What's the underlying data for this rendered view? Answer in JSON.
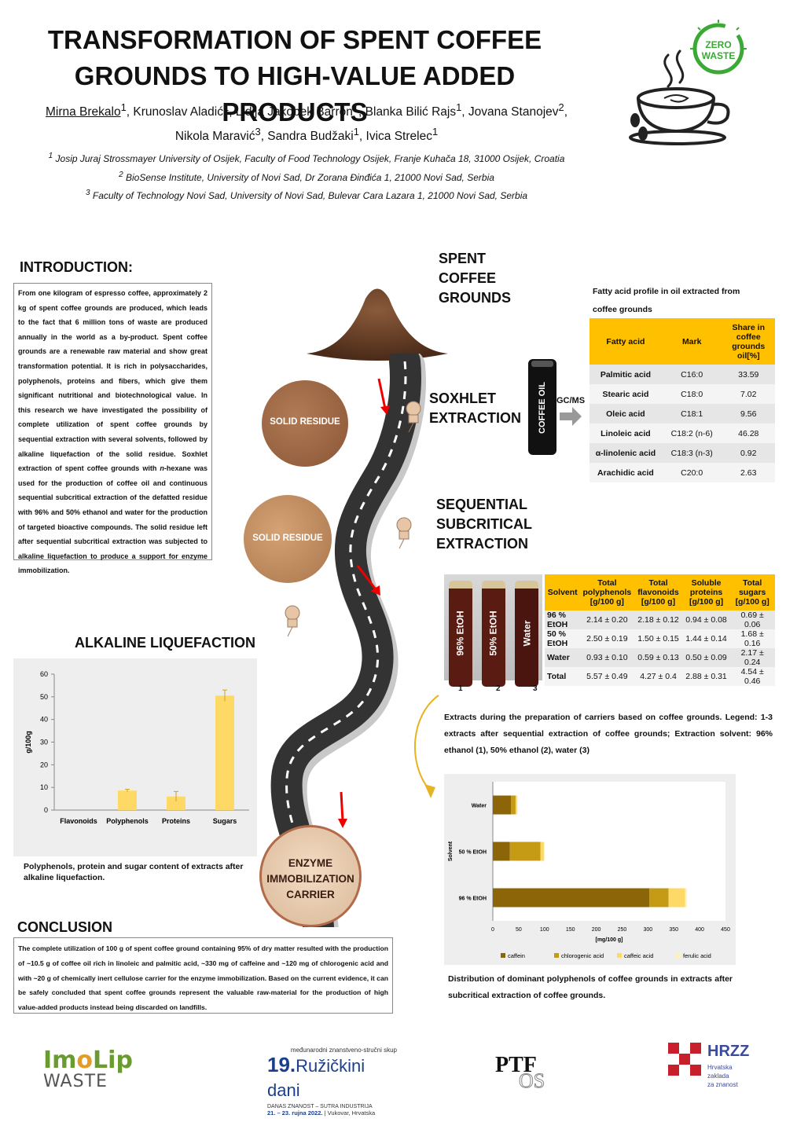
{
  "header": {
    "title_line1": "TRANSFORMATION OF SPENT COFFEE",
    "title_line2": "GROUNDS TO HIGH-VALUE ADDED PRODUCTS",
    "authors_line1_first": "Mirna Brekalo",
    "authors_line1_rest_html": "<sup>1</sup>, Krunoslav Aladić<sup>1</sup>, Lidija  Jakobek Barron<sup>1</sup>, Blanka Bilić Rajs<sup>1</sup>, Jovana Stanojev<sup>2</sup>,",
    "authors_line2_html": "Nikola Maravić<sup>3</sup>, Sandra Budžaki<sup>1</sup>, Ivica Strelec<sup>1</sup>",
    "affiliations": [
      {
        "num": "1",
        "text": "Josip Juraj Strossmayer University of Osijek, Faculty of Food Technology Osijek, Franje Kuhača 18, 31000 Osijek, Croatia"
      },
      {
        "num": "2",
        "text": "BioSense Institute, University of Novi Sad, Dr Zorana Đinđića 1, 21000 Novi Sad, Serbia"
      },
      {
        "num": "3",
        "text": "Faculty of Technology Novi Sad, University of Novi Sad, Bulevar Cara Lazara 1, 21000 Novi Sad, Serbia"
      }
    ],
    "logo_text_line1": "ZERO",
    "logo_text_line2": "WASTE"
  },
  "introduction": {
    "heading": "INTRODUCTION:",
    "text_html": "From one kilogram of espresso coffee, approximately 2 kg of spent coffee grounds are produced, which leads to the fact that 6 million tons of waste are produced annually in the world as a by-product. Spent coffee grounds are a renewable raw material and show great transformation potential. It is rich in polysaccharides, polyphenols, proteins and fibers, which give them significant nutritional and biotechnological value. In this research we have investigated the possibility of complete utilization of spent coffee grounds by sequential extraction with several solvents, followed by alkaline liquefaction of the solid residue. Soxhlet extraction of spent coffee grounds with <i>n</i>-hexane was used for the production of coffee oil and continuous sequential subcritical extraction of the defatted residue with 96% and 50% ethanol and water for the production of targeted bioactive compounds. The solid residue left after sequential subcritical extraction was subjected to alkaline liquefaction to produce a support for enzyme immobilization."
  },
  "process": {
    "spent_line1": "SPENT",
    "spent_line2": "COFFEE",
    "spent_line3": "GROUNDS",
    "soxhlet_line1": "SOXHLET",
    "soxhlet_line2": "EXTRACTION",
    "sequential_line1": "SEQUENTIAL",
    "sequential_line2": "SUBCRITICAL",
    "sequential_line3": "EXTRACTION",
    "solid_residue_1": "SOLID RESIDUE",
    "solid_residue_2": "SOLID RESIDUE",
    "coffee_oil": "COFFEE OIL",
    "gcms": "GC/MS",
    "enzyme_line1": "ENZYME",
    "enzyme_line2": "IMMOBILIZATION",
    "enzyme_line3": "CARRIER",
    "vial_labels": [
      "96% EtOH",
      "50% EtOH",
      "Water"
    ],
    "vial_numbers": [
      "1",
      "2",
      "3"
    ]
  },
  "fatty_acid": {
    "caption_line1": "Fatty acid profile in oil extracted from",
    "caption_line2": "coffee grounds",
    "headers": [
      "Fatty acid",
      "Mark",
      "Share in coffee grounds oil[%]"
    ],
    "rows": [
      [
        "Palmitic acid",
        "C16:0",
        "33.59"
      ],
      [
        "Stearic acid",
        "C18:0",
        "7.02"
      ],
      [
        "Oleic acid",
        "C18:1",
        "9.56"
      ],
      [
        "Linoleic acid",
        "C18:2 (n-6)",
        "46.28"
      ],
      [
        "α-linolenic acid",
        "C18:3 (n-3)",
        "0.92"
      ],
      [
        "Arachidic acid",
        "C20:0",
        "2.63"
      ]
    ]
  },
  "extracts_table": {
    "headers": [
      "Solvent",
      "Total polyphenols [g/100 g]",
      "Total flavonoids [g/100 g]",
      "Soluble proteins [g/100 g]",
      "Total sugars [g/100 g]"
    ],
    "rows": [
      [
        "96 % EtOH",
        "2.14 ± 0.20",
        "2.18 ± 0.12",
        "0.94 ± 0.08",
        "0.69 ± 0.06"
      ],
      [
        "50 % EtOH",
        "2.50 ± 0.19",
        "1.50 ± 0.15",
        "1.44 ± 0.14",
        "1.68 ± 0.16"
      ],
      [
        "Water",
        "0.93 ± 0.10",
        "0.59 ± 0.13",
        "0.50 ± 0.09",
        "2.17 ± 0.24"
      ],
      [
        "Total",
        "5.57 ± 0.49",
        "4.27 ± 0.4",
        "2.88 ± 0.31",
        "4.54 ± 0.46"
      ]
    ],
    "caption": "Extracts during the preparation of carriers based on coffee grounds. Legend: 1-3 extracts after sequential extraction of coffee grounds; Extraction solvent: 96% ethanol (1), 50% ethanol (2), water (3)"
  },
  "alkaline": {
    "heading": "ALKALINE LIQUEFACTION",
    "caption": "Polyphenols, protein and sugar content of extracts after alkaline liquefaction."
  },
  "conclusion": {
    "heading": "CONCLUSION",
    "text": "The complete utilization of 100 g of spent coffee ground containing 95% of dry matter resulted with the production of ~10.5 g of coffee oil rich in linoleic and palmitic acid, ~330 mg of caffeine and ~120 mg of chlorogenic acid and with ~20 g of chemically inert cellulose carrier for the enzyme immobilization. Based on the current evidence, it can be safely concluded that spent coffee grounds represent the valuable raw-material for the production of high value-added products instead being discarded on landfills."
  },
  "polyphenol_caption": "Distribution of dominant polyphenols of coffee grounds in extracts after subcritical extraction of coffee grounds.",
  "footer": {
    "imolip_1": "Im",
    "imolip_2": "Lip",
    "imolip_3": "WASTE",
    "ruzicka_top": "međunarodni znanstveno-stručni skup",
    "ruzicka_num": "19.",
    "ruzicka_name": "Ružičkini dani",
    "ruzicka_sub": "DANAS ZNANOST – SUTRA INDUSTRIJA",
    "ruzicka_date": "21. – 23. rujna 2022.",
    "ruzicka_place": "| Vukovar, Hrvatska",
    "ptf": "PTF",
    "hrzz": "HRZZ",
    "hrzz_sub1": "Hrvatska zaklada",
    "hrzz_sub2": "za znanost"
  },
  "chart_data": [
    {
      "type": "bar",
      "categories": [
        "Flavonoids",
        "Polyphenols",
        "Proteins",
        "Sugars"
      ],
      "values": [
        0,
        8.6,
        6,
        50.5
      ],
      "errors": [
        0,
        0.6,
        2.2,
        2.5
      ],
      "ylabel": "g/100g",
      "ylim": [
        0,
        60
      ],
      "yticks": [
        0,
        10,
        20,
        30,
        40,
        50,
        60
      ],
      "color": "#ffd966"
    },
    {
      "type": "bar",
      "orientation": "horizontal-stacked",
      "categories": [
        "Water",
        "50 % EtOH",
        "96 % EtOH"
      ],
      "series": [
        {
          "name": "caffein",
          "values": [
            35,
            33,
            303
          ],
          "color": "#8b6508"
        },
        {
          "name": "chlorogenic acid",
          "values": [
            9,
            59,
            37
          ],
          "color": "#c59b15"
        },
        {
          "name": "caffeic acid",
          "values": [
            3,
            7,
            32
          ],
          "color": "#ffd966"
        },
        {
          "name": "ferulic acid",
          "values": [
            0.5,
            1,
            3
          ],
          "color": "#fff2b3"
        }
      ],
      "xlabel": "[mg/100 g]",
      "ylabel": "Solvent",
      "xlim": [
        0,
        450
      ],
      "xticks": [
        0,
        50,
        100,
        150,
        200,
        250,
        300,
        350,
        400,
        450
      ],
      "legend_position": "bottom"
    }
  ]
}
